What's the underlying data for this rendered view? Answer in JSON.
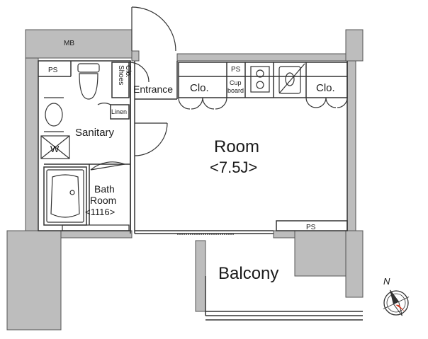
{
  "labels": {
    "mb": "MB",
    "ps_top_left": "PS",
    "shoes_clo_line1": "Shoes",
    "shoes_clo_line2": "Clo.",
    "entrance": "Entrance",
    "clo_left": "Clo.",
    "ps_kitchen": "PS",
    "cup_board_line1": "Cup",
    "cup_board_line2": "board",
    "clo_right": "Clo.",
    "linen": "Linen",
    "sanitary": "Sanitary",
    "washer": "W",
    "room_name": "Room",
    "room_size": "<7.5J>",
    "bath_line1": "Bath",
    "bath_line2": "Room",
    "bath_line3": "<1116>",
    "ps_bottom_right": "PS",
    "balcony": "Balcony",
    "compass_north": "N"
  },
  "colors": {
    "wall": "#bdbdbd",
    "wall_edge": "#555555",
    "line": "#333333",
    "compass_accent": "#d9381e"
  }
}
